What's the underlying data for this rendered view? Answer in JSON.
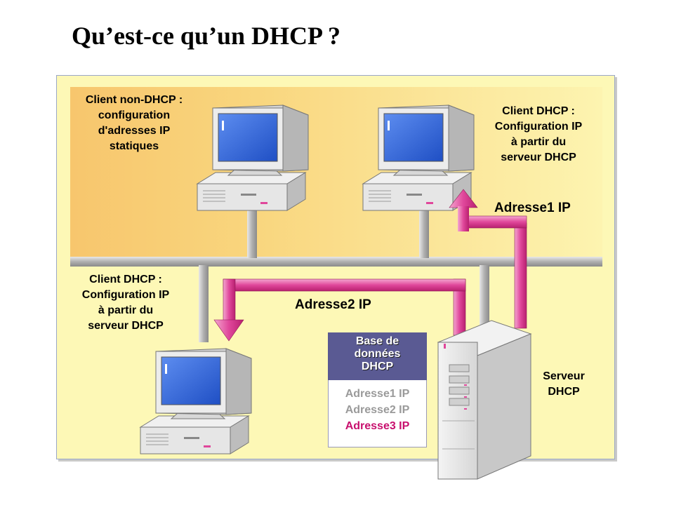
{
  "title": "Qu’est-ce qu’un DHCP ?",
  "labels": {
    "non_dhcp_client": [
      "Client non-DHCP :",
      "configuration",
      "d'adresses IP",
      "statiques"
    ],
    "dhcp_client_top": [
      "Client DHCP :",
      "Configuration IP",
      "à partir du",
      "serveur DHCP"
    ],
    "dhcp_client_bottom": [
      "Client DHCP :",
      "Configuration IP",
      "à partir du",
      "serveur DHCP"
    ],
    "server": [
      "Serveur",
      "DHCP"
    ],
    "address1": "Adresse1 IP",
    "address2": "Adresse2 IP"
  },
  "database": {
    "header": [
      "Base de",
      "données",
      "DHCP"
    ],
    "entries": [
      "Adresse1 IP",
      "Adresse2 IP",
      "Adresse3 IP"
    ]
  },
  "colors": {
    "panel": "#fdf8b6",
    "panel_top": "#f7c66d",
    "arrow": "#e0479b",
    "db_header": "#5a5a93",
    "highlight": "#c8106e"
  },
  "icons": [
    "computer-icon",
    "server-icon",
    "arrow-icon"
  ]
}
